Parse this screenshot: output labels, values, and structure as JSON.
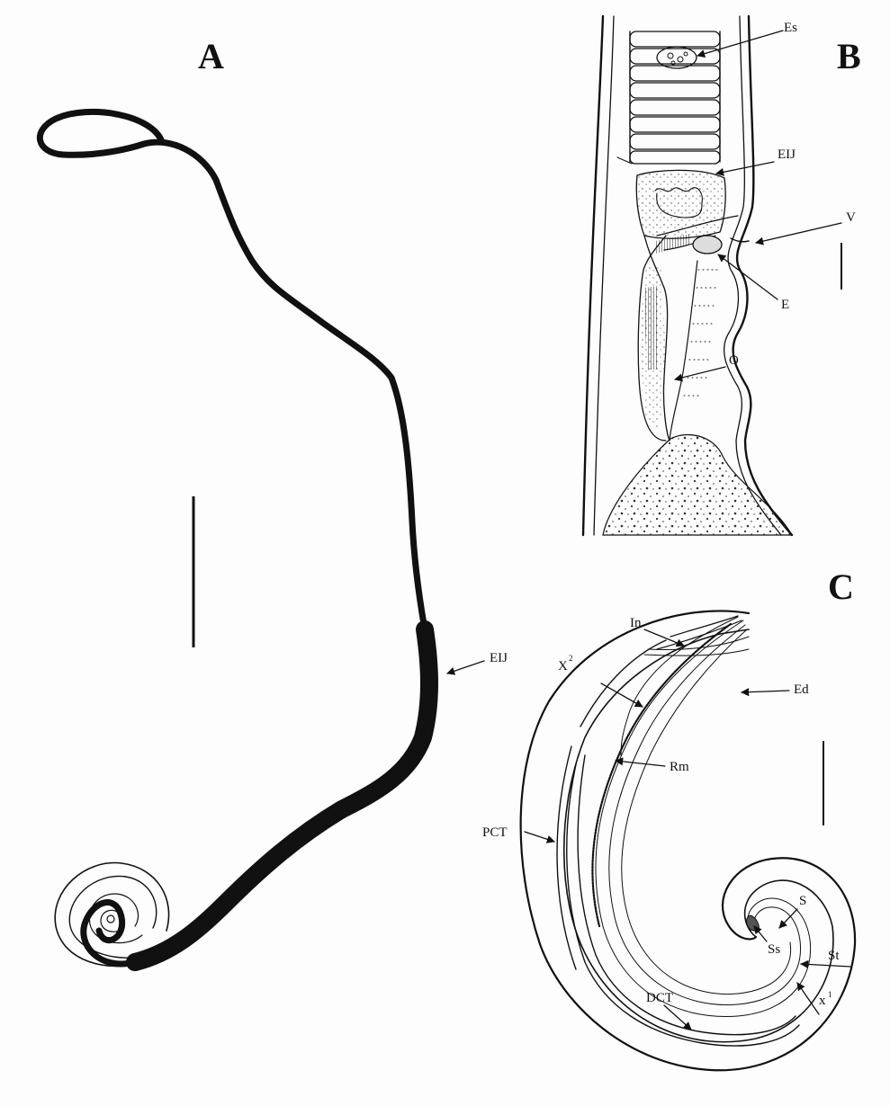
{
  "panels": {
    "a": {
      "letter": "A",
      "labels": {
        "eij": "EIJ"
      }
    },
    "b": {
      "letter": "B",
      "labels": {
        "es": "Es",
        "eij": "EIJ",
        "v": "V",
        "e": "E",
        "o": "O"
      }
    },
    "c": {
      "letter": "C",
      "labels": {
        "in": "In",
        "x2": "X",
        "x2_sup": "2",
        "ed": "Ed",
        "rm": "Rm",
        "pct": "PCT",
        "s": "S",
        "ss": "Ss",
        "st": "St",
        "dct": "DCT",
        "x1": "x",
        "x1_sup": "1"
      }
    }
  },
  "colors": {
    "ink": "#111111",
    "background": "#fdfdfd"
  }
}
